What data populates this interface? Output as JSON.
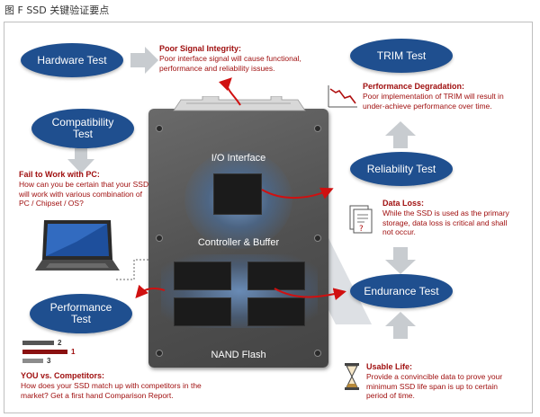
{
  "caption": "图 F    SSD 关键验证要点",
  "ssd": {
    "io_label": "I/O Interface",
    "controller_label": "Controller & Buffer",
    "nand_label": "NAND Flash"
  },
  "tests": {
    "hardware": "Hardware Test",
    "compatibility": "Compatibility Test",
    "performance": "Performance Test",
    "trim": "TRIM Test",
    "reliability": "Reliability Test",
    "endurance": "Endurance Test"
  },
  "notes": {
    "poor_signal": {
      "title": "Poor Signal Integrity:",
      "body": "Poor interface signal will cause functional, performance and reliability issues."
    },
    "fail_to_work": {
      "title": "Fail to Work with PC:",
      "body": "How can you be certain that your SSD will work with various combination of PC / Chipset / OS?"
    },
    "perf_degradation": {
      "title": "Performance Degradation:",
      "body": "Poor implementation of TRIM will result in under-achieve performance over time."
    },
    "data_loss": {
      "title": "Data Loss:",
      "body": "While the SSD is used as the primary storage, data loss is critical and shall not occur."
    },
    "usable_life": {
      "title": "Usable Life:",
      "body": "Provide a convincible data to prove your minimum SSD life span is up to certain period of time."
    },
    "competitors": {
      "title": "YOU vs. Competitors:",
      "body": "How does your SSD match up with competitors in the market?  Get a first hand Comparison Report."
    }
  },
  "ranking": {
    "rows": [
      {
        "label": "2",
        "value": 0.7,
        "color": "#555555"
      },
      {
        "label": "1",
        "value": 1.0,
        "color": "#8a1010"
      },
      {
        "label": "3",
        "value": 0.45,
        "color": "#8c8c8c"
      }
    ]
  },
  "colors": {
    "ellipse": "#1f4f8f",
    "note_red": "#a01010",
    "arrow_gray": "#c8ccd0",
    "arrow_red": "#d01010"
  }
}
